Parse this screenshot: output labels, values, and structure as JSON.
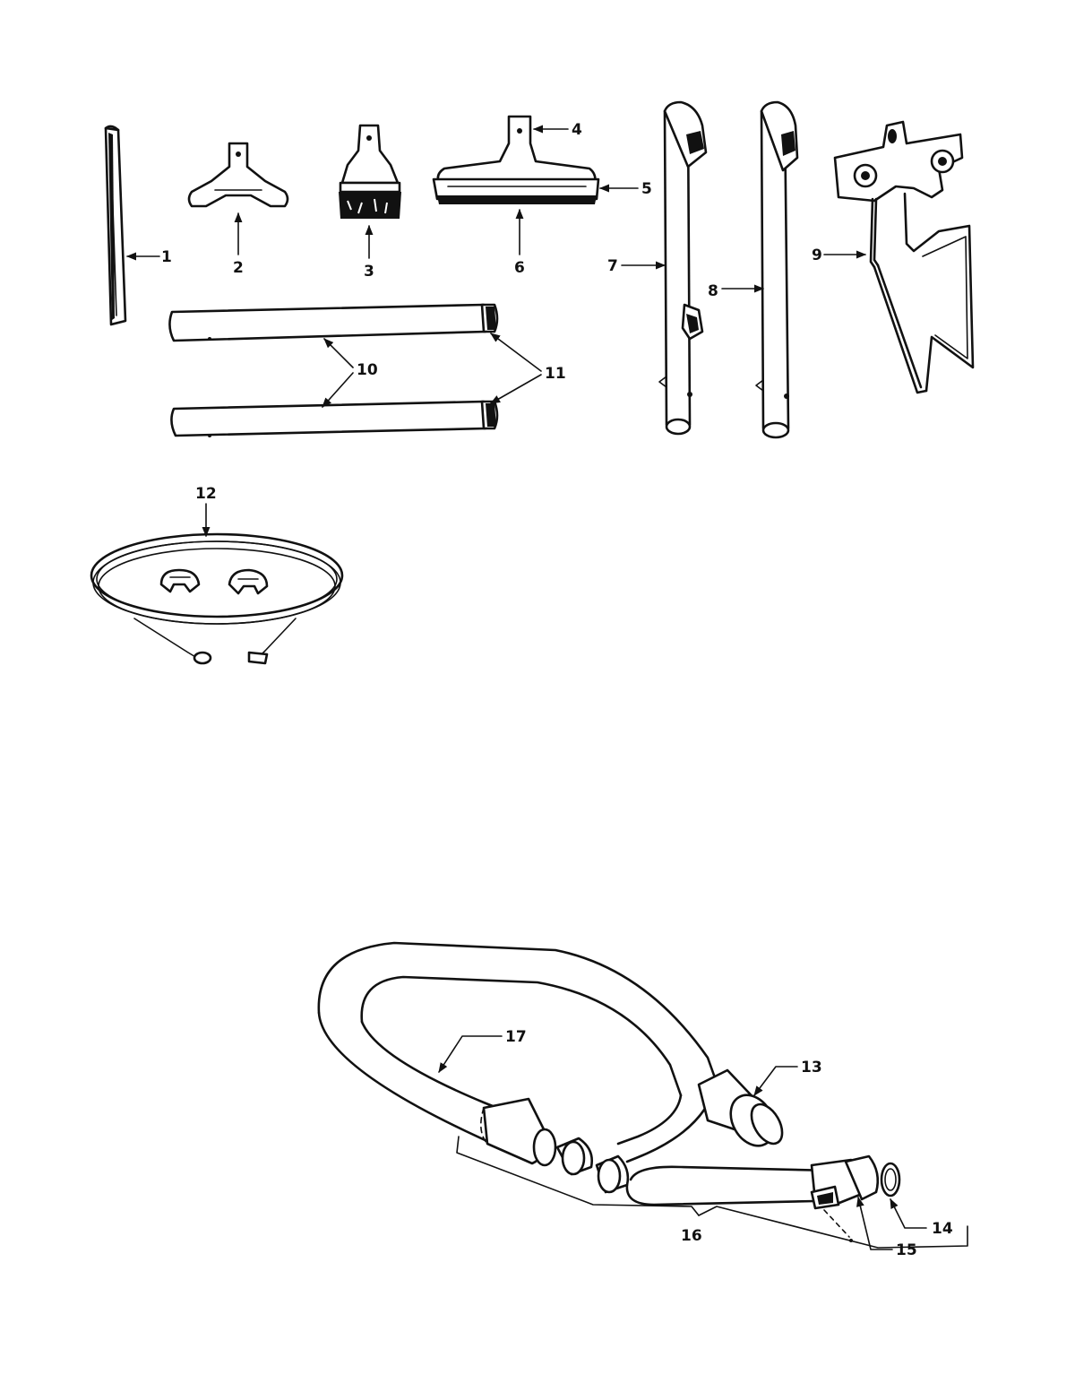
{
  "colors": {
    "ink": "#111111",
    "paper": "#ffffff"
  },
  "callouts": {
    "p1": "1",
    "p2": "2",
    "p3": "3",
    "p4": "4",
    "p5": "5",
    "p6": "6",
    "p7": "7",
    "p8": "8",
    "p9": "9",
    "p10": "10",
    "p11": "11",
    "p12": "12",
    "p13": "13",
    "p14": "14",
    "p15": "15",
    "p16": "16",
    "p17": "17"
  }
}
